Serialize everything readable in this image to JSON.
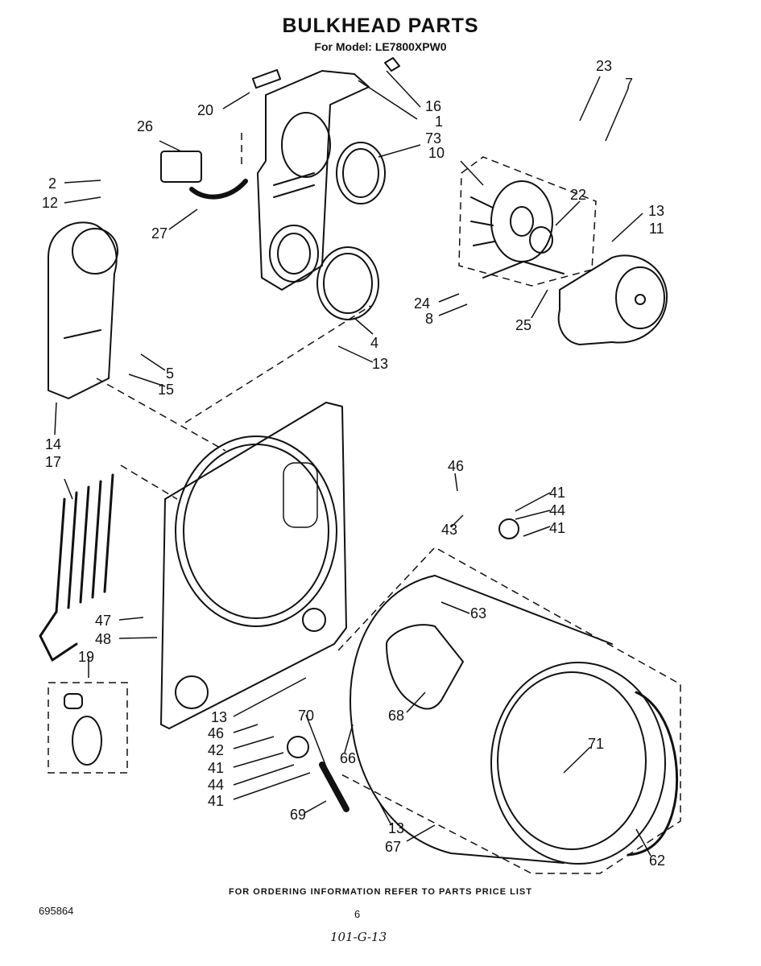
{
  "title": "BULKHEAD PARTS",
  "subtitle": "For Model: LE7800XPW0",
  "callouts": [
    {
      "id": "c23",
      "label": "23"
    },
    {
      "id": "c7",
      "label": "7"
    },
    {
      "id": "c20",
      "label": "20"
    },
    {
      "id": "c16",
      "label": "16"
    },
    {
      "id": "c1",
      "label": "1"
    },
    {
      "id": "c73",
      "label": "73"
    },
    {
      "id": "c10",
      "label": "10"
    },
    {
      "id": "c26",
      "label": "26"
    },
    {
      "id": "c2",
      "label": "2"
    },
    {
      "id": "c12",
      "label": "12"
    },
    {
      "id": "c22",
      "label": "22"
    },
    {
      "id": "c13a",
      "label": "13"
    },
    {
      "id": "c11",
      "label": "11"
    },
    {
      "id": "c27",
      "label": "27"
    },
    {
      "id": "c24",
      "label": "24"
    },
    {
      "id": "c8",
      "label": "8"
    },
    {
      "id": "c25",
      "label": "25"
    },
    {
      "id": "c4",
      "label": "4"
    },
    {
      "id": "c13b",
      "label": "13"
    },
    {
      "id": "c5",
      "label": "5"
    },
    {
      "id": "c15",
      "label": "15"
    },
    {
      "id": "c14",
      "label": "14"
    },
    {
      "id": "c17",
      "label": "17"
    },
    {
      "id": "c46a",
      "label": "46"
    },
    {
      "id": "c41a",
      "label": "41"
    },
    {
      "id": "c44a",
      "label": "44"
    },
    {
      "id": "c43",
      "label": "43"
    },
    {
      "id": "c41b",
      "label": "41"
    },
    {
      "id": "c63",
      "label": "63"
    },
    {
      "id": "c47",
      "label": "47"
    },
    {
      "id": "c48",
      "label": "48"
    },
    {
      "id": "c19",
      "label": "19"
    },
    {
      "id": "c68",
      "label": "68"
    },
    {
      "id": "c71",
      "label": "71"
    },
    {
      "id": "c70",
      "label": "70"
    },
    {
      "id": "c13c",
      "label": "13"
    },
    {
      "id": "c46b",
      "label": "46"
    },
    {
      "id": "c42",
      "label": "42"
    },
    {
      "id": "c41c",
      "label": "41"
    },
    {
      "id": "c44b",
      "label": "44"
    },
    {
      "id": "c41d",
      "label": "41"
    },
    {
      "id": "c66",
      "label": "66"
    },
    {
      "id": "c69",
      "label": "69"
    },
    {
      "id": "c13d",
      "label": "13"
    },
    {
      "id": "c67",
      "label": "67"
    },
    {
      "id": "c62",
      "label": "62"
    }
  ],
  "footer_note": "FOR ORDERING INFORMATION REFER TO PARTS PRICE LIST",
  "doc_number": "695864",
  "page_number": "6",
  "handwritten_note": "101-G-13"
}
